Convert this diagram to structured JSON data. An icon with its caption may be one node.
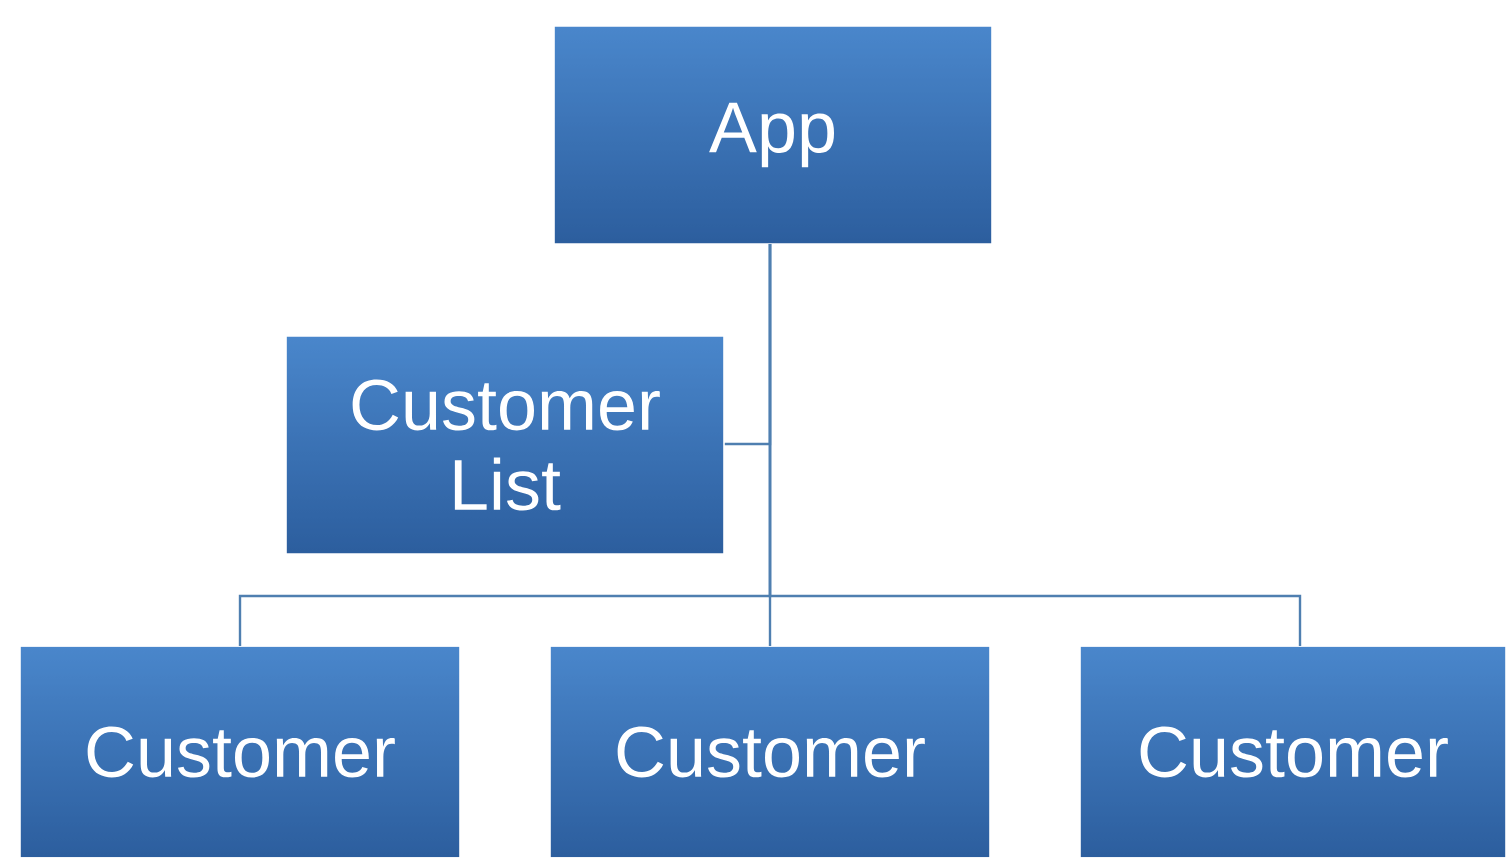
{
  "diagram": {
    "nodes": [
      {
        "text": [
          "App"
        ]
      },
      {
        "text": [
          "Customer List"
        ]
      },
      {
        "text": [
          "Customer"
        ]
      },
      {
        "text": [
          "Customer"
        ]
      },
      {
        "text": [
          "Customer"
        ]
      }
    ],
    "edges": [
      {
        "from": 0,
        "to": 1,
        "arrow": "none"
      },
      {
        "from": 0,
        "to": 2,
        "arrow": "none"
      },
      {
        "from": 0,
        "to": 3,
        "arrow": "none"
      },
      {
        "from": 0,
        "to": 4,
        "arrow": "none"
      }
    ]
  }
}
